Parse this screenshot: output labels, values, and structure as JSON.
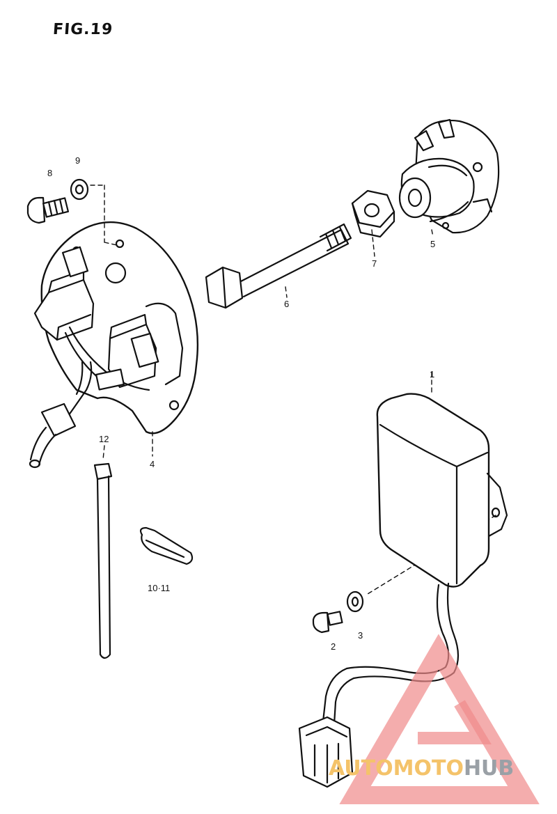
{
  "figure": {
    "title": "FIG.19"
  },
  "callouts": [
    {
      "id": "c1",
      "text": "1"
    },
    {
      "id": "c2",
      "text": "2"
    },
    {
      "id": "c3",
      "text": "3"
    },
    {
      "id": "c4",
      "text": "4"
    },
    {
      "id": "c5",
      "text": "5"
    },
    {
      "id": "c6",
      "text": "6"
    },
    {
      "id": "c7",
      "text": "7"
    },
    {
      "id": "c8",
      "text": "8"
    },
    {
      "id": "c9",
      "text": "9"
    },
    {
      "id": "c10",
      "text": "10·11"
    },
    {
      "id": "c12",
      "text": "12"
    }
  ],
  "watermark": {
    "part1": "AUTOMOTO",
    "part2": "HUB",
    "color_red": "#f08a8a",
    "color_gold": "#f4c36a",
    "color_grey": "#9aa0a6"
  }
}
